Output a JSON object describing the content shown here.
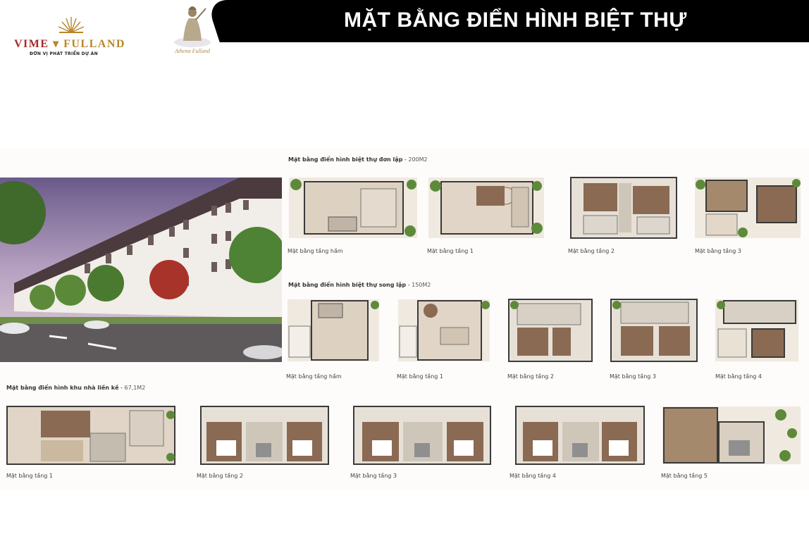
{
  "header": {
    "title": "MẶT BẰNG ĐIỂN HÌNH BIỆT THỰ",
    "bar_color": "#000000",
    "title_color": "#ffffff"
  },
  "logos": {
    "vime_left": "VIME",
    "vime_right": "FULLAND",
    "vime_subtitle": "ĐƠN VỊ PHÁT TRIỂN DỰ ÁN",
    "athena_signature": "Athena Fulland"
  },
  "sections": {
    "single": {
      "title": "Mặt bằng điển hình biệt thự đơn lập",
      "area": "200M2",
      "captions": [
        "Mặt bằng tầng hầm",
        "Mặt bằng tầng 1",
        "Mặt bằng tầng 2",
        "Mặt bằng tầng 3"
      ]
    },
    "semi": {
      "title": "Mặt bằng điển hình biệt thự song lập",
      "area": "150M2",
      "captions": [
        "Mặt bằng tầng hầm",
        "Mặt bằng tầng 1",
        "Mặt bằng tầng 2",
        "Mặt bằng tầng 3",
        "Mặt bằng tầng 4"
      ]
    },
    "row": {
      "title": "Mặt bằng điển hình khu nhà liền kề",
      "area": "67,1M2",
      "captions": [
        "Mặt bằng tầng 1",
        "Mặt bằng tầng 2",
        "Mặt bằng tầng 3",
        "Mặt bằng tầng 4",
        "Mặt bằng tầng 5"
      ]
    }
  },
  "colors": {
    "brand_red": "#a52a2a",
    "brand_gold": "#b8862b",
    "floor_wood": "#8a6a52",
    "floor_tile": "#d9cfc2",
    "wall": "#3a3a3a",
    "greenery": "#5d8a3a"
  }
}
